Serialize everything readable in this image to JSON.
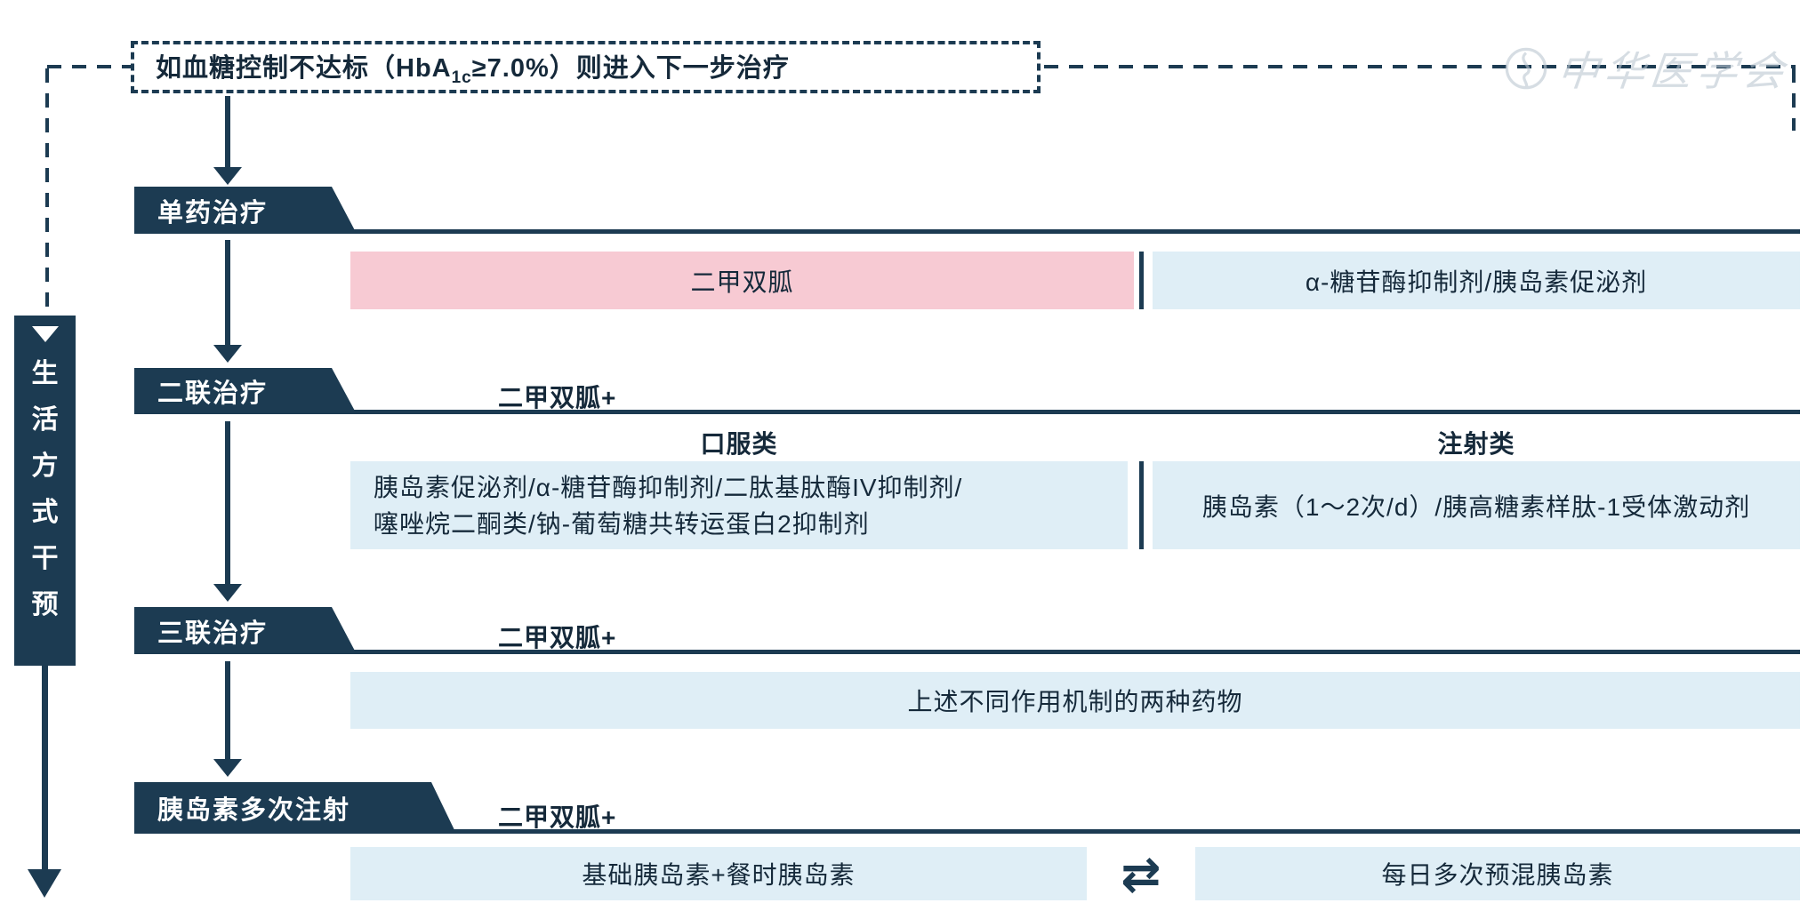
{
  "colors": {
    "navy": "#1c3b52",
    "pink": "#f7cad3",
    "light_blue": "#dfeef6",
    "text_dark": "#15293a"
  },
  "condition_box": {
    "prefix": "如血糖控制不达标（HbA",
    "subscript": "1c",
    "suffix": "≥7.0%）则进入下一步治疗"
  },
  "watermark": {
    "text": "中华医学会"
  },
  "lifestyle": {
    "label": "生活方式干预"
  },
  "steps": [
    {
      "label": "单药治疗"
    },
    {
      "label": "二联治疗",
      "prefix": "二甲双胍+"
    },
    {
      "label": "三联治疗",
      "prefix": "二甲双胍+"
    },
    {
      "label": "胰岛素多次注射",
      "prefix": "二甲双胍+"
    }
  ],
  "monotherapy": {
    "primary": "二甲双胍",
    "alternative": "α-糖苷酶抑制剂/胰岛素促泌剂"
  },
  "dual_therapy": {
    "oral_header": "口服类",
    "injectable_header": "注射类",
    "oral_line1": "胰岛素促泌剂/α-糖苷酶抑制剂/二肽基肽酶IV抑制剂/",
    "oral_line2": "噻唑烷二酮类/钠-葡萄糖共转运蛋白2抑制剂",
    "injectable": "胰岛素（1～2次/d）/胰高糖素样肽-1受体激动剂"
  },
  "triple_therapy": {
    "text": "上述不同作用机制的两种药物"
  },
  "insulin_therapy": {
    "left": "基础胰岛素+餐时胰岛素",
    "right": "每日多次预混胰岛素",
    "swap_icon": "⇄"
  }
}
